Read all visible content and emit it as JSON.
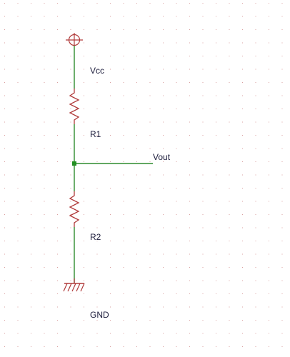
{
  "schematic": {
    "labels": {
      "vcc": "Vcc",
      "r1": "R1",
      "vout": "Vout",
      "r2": "R2",
      "gnd": "GND"
    },
    "colors": {
      "background": "#ffffff",
      "grid_dot": "#d9a0a0",
      "wire": "#2e8b2e",
      "component": "#b03a3a",
      "junction": "#1f8f1f",
      "label_text": "#1a1a3a"
    }
  }
}
